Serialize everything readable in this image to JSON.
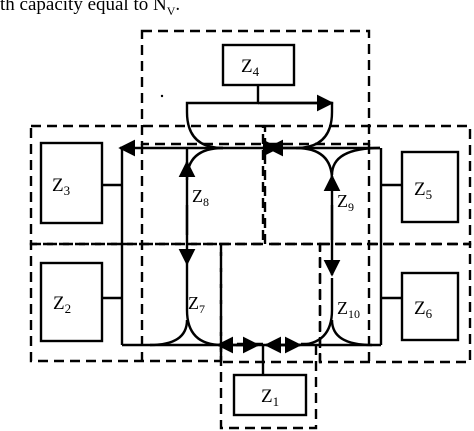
{
  "caption": {
    "text": "th capacity equal to N",
    "subscript": "V",
    "suffix": "."
  },
  "zones": {
    "z1": {
      "letter": "Z",
      "index": "1"
    },
    "z2": {
      "letter": "Z",
      "index": "2"
    },
    "z3": {
      "letter": "Z",
      "index": "3"
    },
    "z4": {
      "letter": "Z",
      "index": "4"
    },
    "z5": {
      "letter": "Z",
      "index": "5"
    },
    "z6": {
      "letter": "Z",
      "index": "6"
    }
  },
  "nodes": {
    "z7": {
      "letter": "Z",
      "index": "7"
    },
    "z8": {
      "letter": "Z",
      "index": "8"
    },
    "z9": {
      "letter": "Z",
      "index": "9"
    },
    "z10": {
      "letter": "Z",
      "index": "10"
    }
  },
  "colors": {
    "stroke": "#000000",
    "background": "#ffffff"
  }
}
